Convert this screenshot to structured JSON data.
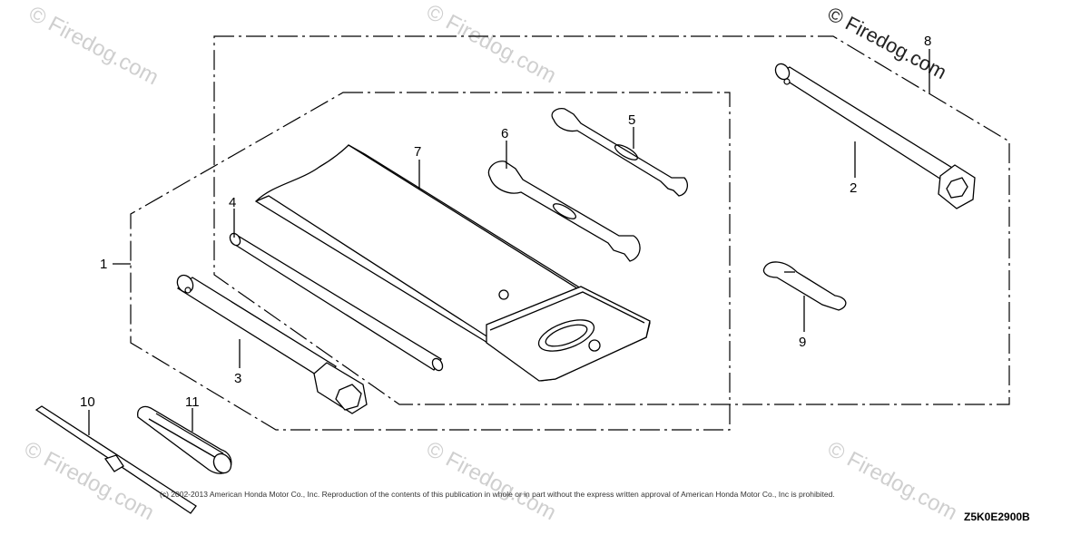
{
  "watermarks": {
    "main": "© Firedog.com",
    "faint": "© Firedog.com"
  },
  "parts": [
    {
      "ref": "1",
      "name": "tool-kit-group"
    },
    {
      "ref": "2",
      "name": "plug-wrench"
    },
    {
      "ref": "3",
      "name": "plug-wrench-small"
    },
    {
      "ref": "4",
      "name": "bar-handle"
    },
    {
      "ref": "5",
      "name": "open-end-wrench-small"
    },
    {
      "ref": "6",
      "name": "open-end-wrench-large"
    },
    {
      "ref": "7",
      "name": "tool-bag"
    },
    {
      "ref": "8",
      "name": "tool-set-group"
    },
    {
      "ref": "9",
      "name": "feeler-gauge"
    },
    {
      "ref": "10",
      "name": "screwdriver-grip"
    },
    {
      "ref": "11",
      "name": "screwdriver"
    }
  ],
  "labels": {
    "p1": "1",
    "p2": "2",
    "p3": "3",
    "p4": "4",
    "p5": "5",
    "p6": "6",
    "p7": "7",
    "p8": "8",
    "p9": "9",
    "p10": "10",
    "p11": "11"
  },
  "footer": {
    "copyright": "(c) 2002-2013 American Honda Motor Co., Inc. Reproduction of the contents of this publication in whole or in part without the express written approval of American Honda Motor Co., Inc is prohibited.",
    "diagram_code": "Z5K0E2900B"
  }
}
